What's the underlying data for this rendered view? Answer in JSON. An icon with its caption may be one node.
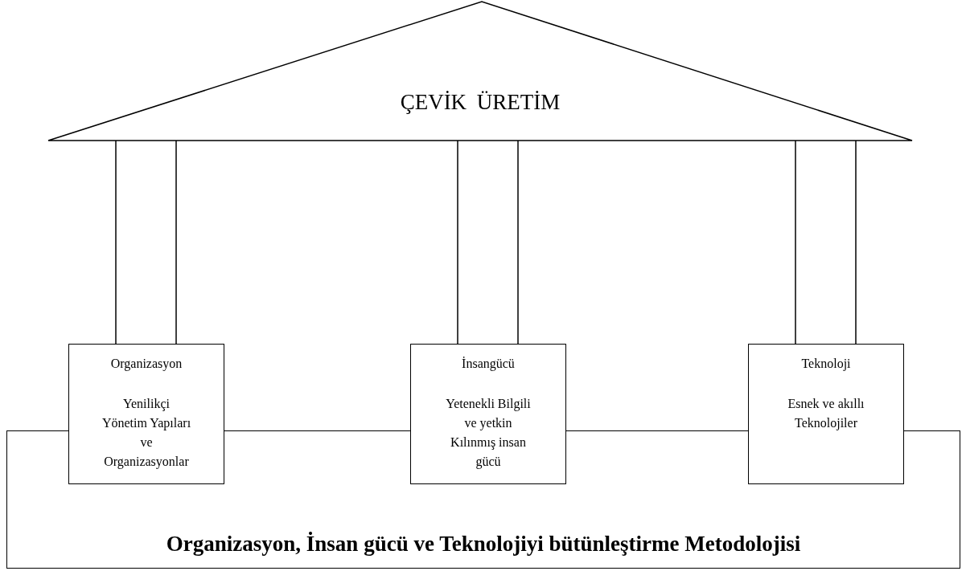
{
  "diagram": {
    "nodes": [
      {
        "text": [
          "ÇEVİK ÜRETİM"
        ]
      },
      {
        "text": [
          "Organizasyon",
          "Yenilikçi Yönetim Yapıları ve Organizasyonlar"
        ]
      },
      {
        "text": [
          "İnsangücü",
          "Yetenekli Bilgili ve yetkin Kılınmış insan gücü"
        ]
      },
      {
        "text": [
          "Teknoloji",
          "Esnek ve akıllı Teknolojiler"
        ]
      },
      {
        "text": [
          "Organizasyon, İnsan gücü ve Teknolojiyi bütünleştirme Metodolojisi"
        ]
      }
    ],
    "edges": [
      {
        "from": 1,
        "to": 0,
        "arrow": "none"
      },
      {
        "from": 1,
        "to": 0,
        "arrow": "none"
      },
      {
        "from": 2,
        "to": 0,
        "arrow": "none"
      },
      {
        "from": 2,
        "to": 0,
        "arrow": "none"
      },
      {
        "from": 3,
        "to": 0,
        "arrow": "none"
      },
      {
        "from": 3,
        "to": 0,
        "arrow": "none"
      }
    ]
  }
}
